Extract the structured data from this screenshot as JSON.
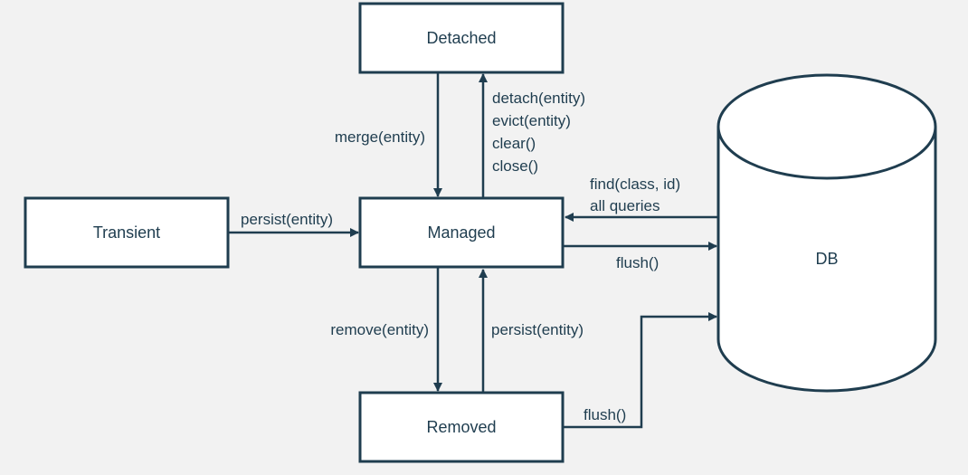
{
  "nodes": {
    "detached": "Detached",
    "transient": "Transient",
    "managed": "Managed",
    "removed": "Removed",
    "db": "DB"
  },
  "edges": {
    "merge": "merge(entity)",
    "detach_ops": [
      "detach(entity)",
      "evict(entity)",
      "clear()",
      "close()"
    ],
    "persist_transient": "persist(entity)",
    "find_queries": [
      "find(class, id)",
      "all queries"
    ],
    "flush_managed": "flush()",
    "remove": "remove(entity)",
    "persist_removed": "persist(entity)",
    "flush_removed": "flush()"
  }
}
